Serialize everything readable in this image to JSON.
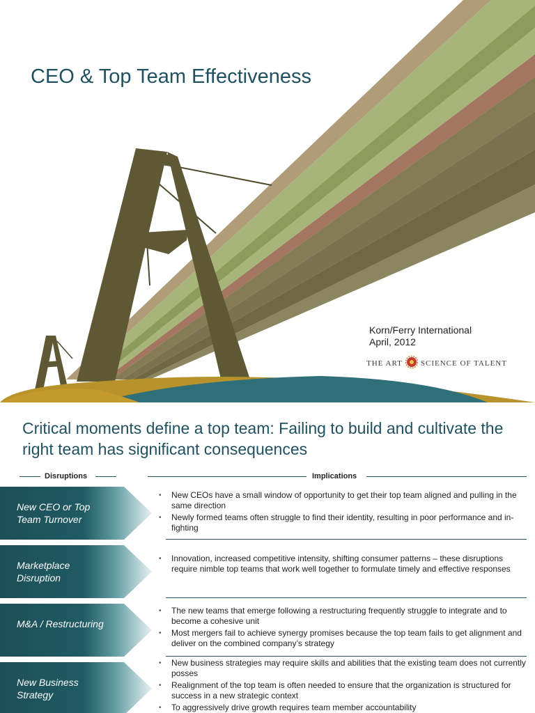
{
  "cover": {
    "title": "CEO & Top Team Effectiveness",
    "company": "Korn/Ferry International",
    "date": "April, 2012",
    "tagline_left": "THE ART",
    "tagline_right": "SCIENCE OF TALENT",
    "colors": {
      "title": "#1f5160",
      "pylon": "#5e5834",
      "deck_light": "#a8b57a",
      "deck_green": "#8d9c5a",
      "deck_rust": "#a47560",
      "deck_dark": "#6e6846",
      "ground_gold": "#b8922a",
      "ground_teal": "#2e6f7a"
    }
  },
  "slide2": {
    "title": "Critical moments define a top team: Failing to build and cultivate the right team has significant consequences",
    "col_disruptions": "Disruptions",
    "col_implications": "Implications",
    "rows": [
      {
        "label": "New CEO or Top Team Turnover",
        "bullets": [
          "New CEOs have a small window of opportunity to get their top team aligned and pulling in the same direction",
          "Newly formed teams often struggle to find their identity, resulting in poor performance and in-fighting"
        ]
      },
      {
        "label": "Marketplace Disruption",
        "bullets": [
          "Innovation, increased competitive intensity, shifting consumer patterns – these disruptions require nimble top teams that work well together to formulate timely and effective responses"
        ]
      },
      {
        "label": "M&A / Restructuring",
        "bullets": [
          "The new teams that emerge following a restructuring frequently struggle to integrate and to become a cohesive unit",
          "Most mergers fail to achieve synergy promises because the top team fails to get alignment and deliver on the combined company’s strategy"
        ]
      },
      {
        "label": "New Business Strategy",
        "bullets": [
          "New business strategies may require skills and abilities that the existing team does not currently posses",
          "Realignment of the top team is often needed to ensure that the organization is structured for success in a new strategic context",
          "To aggressively drive growth requires team member accountability"
        ]
      }
    ]
  }
}
